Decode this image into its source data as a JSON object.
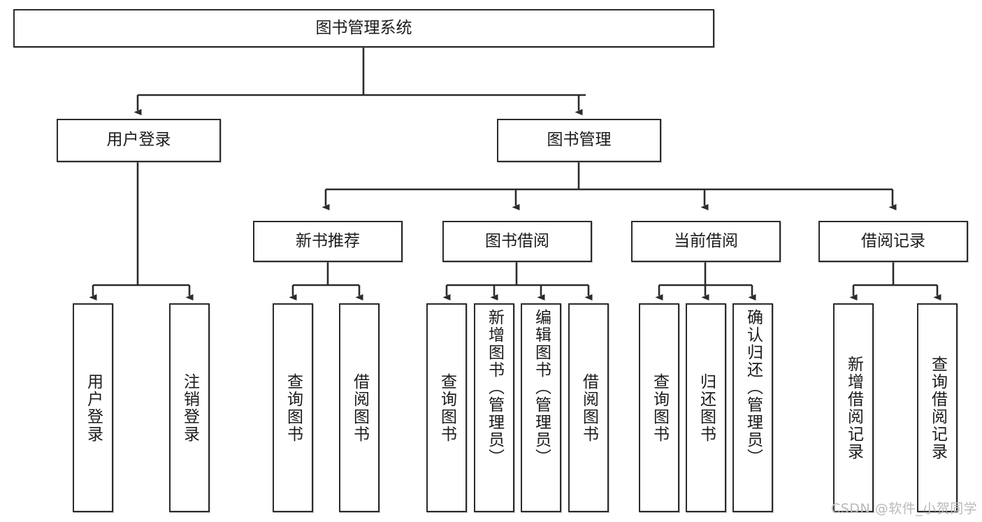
{
  "diagram": {
    "type": "tree-hierarchy-flowchart",
    "title": "图书管理系统",
    "orientation": "top-down",
    "line_color": "#2b2b2b",
    "box_fill": "#ffffff",
    "text_color": "#1b1b1b",
    "nodes": {
      "root": {
        "label": "图书管理系统",
        "level": 0
      },
      "level1": [
        {
          "id": "user-login",
          "label": "用户登录"
        },
        {
          "id": "book-management",
          "label": "图书管理"
        }
      ],
      "level2": [
        {
          "id": "new-book-recommend",
          "label": "新书推荐",
          "parent": "book-management"
        },
        {
          "id": "book-borrow",
          "label": "图书借阅",
          "parent": "book-management"
        },
        {
          "id": "current-borrow",
          "label": "当前借阅",
          "parent": "book-management"
        },
        {
          "id": "borrow-record",
          "label": "借阅记录",
          "parent": "book-management"
        }
      ],
      "leaves": {
        "user-login": [
          {
            "id": "leaf-user-login",
            "label": "用户登录"
          },
          {
            "id": "leaf-logout-login",
            "label": "注销登录"
          }
        ],
        "new-book-recommend": [
          {
            "id": "leaf-query-book-1",
            "label": "查询图书"
          },
          {
            "id": "leaf-borrow-book-1",
            "label": "借阅图书"
          }
        ],
        "book-borrow": [
          {
            "id": "leaf-query-book-2",
            "label": "查询图书"
          },
          {
            "id": "leaf-add-book",
            "label": "新增图书（管理员）"
          },
          {
            "id": "leaf-edit-book",
            "label": "编辑图书（管理员）"
          },
          {
            "id": "leaf-borrow-book-2",
            "label": "借阅图书"
          }
        ],
        "current-borrow": [
          {
            "id": "leaf-query-book-3",
            "label": "查询图书"
          },
          {
            "id": "leaf-return-book",
            "label": "归还图书"
          },
          {
            "id": "leaf-confirm-return",
            "label": "确认归还（管理员）"
          }
        ],
        "borrow-record": [
          {
            "id": "leaf-add-record",
            "label": "新增借阅记录"
          },
          {
            "id": "leaf-query-record",
            "label": "查询借阅记录"
          }
        ]
      }
    },
    "watermark": "CSDN @软件_小贺同学"
  }
}
